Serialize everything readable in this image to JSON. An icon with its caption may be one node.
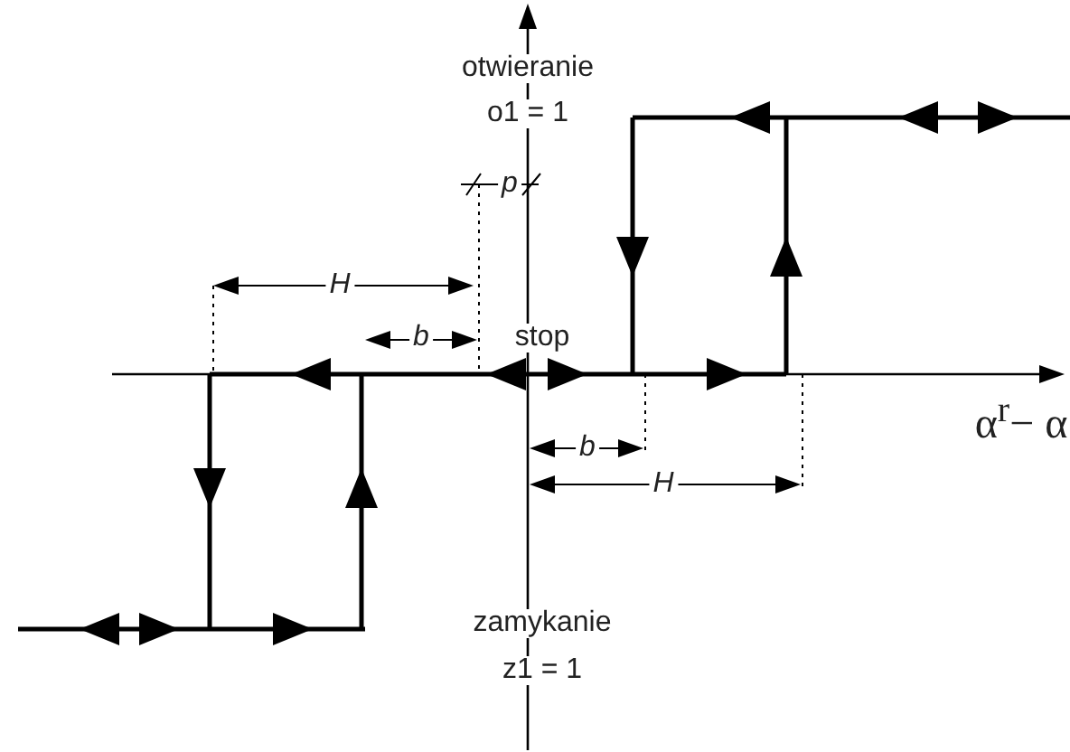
{
  "diagram": {
    "labels": [
      "otwieranie",
      "o1 = 1",
      "p",
      "H",
      "b",
      "stop",
      "α$^{r}$− α",
      "b",
      "H",
      "zamykanie",
      "z1 = 1"
    ]
  }
}
